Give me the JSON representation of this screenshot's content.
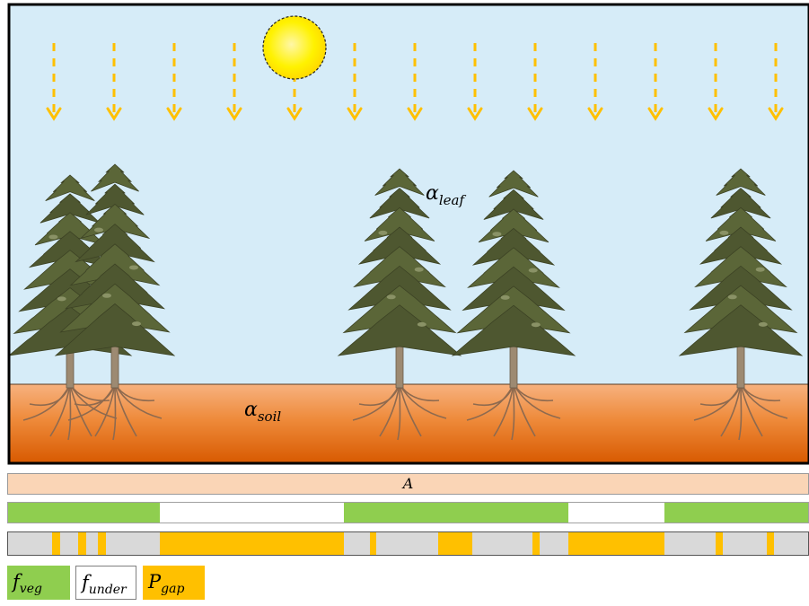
{
  "labels": {
    "leaf_albedo": {
      "symbol": "α",
      "sub": "leaf"
    },
    "soil_albedo": {
      "symbol": "α",
      "sub": "soil"
    },
    "area": "A"
  },
  "legend": [
    {
      "symbol": "f",
      "sub": "veg",
      "color": "#8fce4f"
    },
    {
      "symbol": "f",
      "sub": "under",
      "color": "#ffffff"
    },
    {
      "symbol": "P",
      "sub": "gap",
      "color": "#ffc000"
    }
  ],
  "colors": {
    "sky": "#d6ecf8",
    "soil_top": "#f7b27f",
    "soil_bottom": "#d85a00",
    "arrow": "#ffc000",
    "sun": "#ffe000",
    "tree_foliage": "#535c32",
    "trunk": "#9d8a72",
    "veg_fraction": "#8fce4f",
    "gap_probability": "#ffc000",
    "understory_bar": "#d9d9d9",
    "area_bar": "#fad5b6"
  },
  "icons": [
    "sun-icon",
    "sunlight-arrow-icon",
    "conifer-tree-icon",
    "root-system-icon"
  ],
  "vegetation_fraction_row": [
    {
      "class": "veg",
      "from": 0.0,
      "to": 0.19
    },
    {
      "class": "under",
      "from": 0.19,
      "to": 0.42
    },
    {
      "class": "veg",
      "from": 0.42,
      "to": 0.7
    },
    {
      "class": "under",
      "from": 0.7,
      "to": 0.82
    },
    {
      "class": "veg",
      "from": 0.82,
      "to": 1.0
    }
  ],
  "gap_probability_row": [
    {
      "from": 0.055,
      "to": 0.065
    },
    {
      "from": 0.088,
      "to": 0.098
    },
    {
      "from": 0.112,
      "to": 0.122
    },
    {
      "from": 0.19,
      "to": 0.42
    },
    {
      "from": 0.452,
      "to": 0.46
    },
    {
      "from": 0.538,
      "to": 0.58
    },
    {
      "from": 0.656,
      "to": 0.664
    },
    {
      "from": 0.7,
      "to": 0.82
    },
    {
      "from": 0.884,
      "to": 0.893
    },
    {
      "from": 0.948,
      "to": 0.957
    }
  ]
}
